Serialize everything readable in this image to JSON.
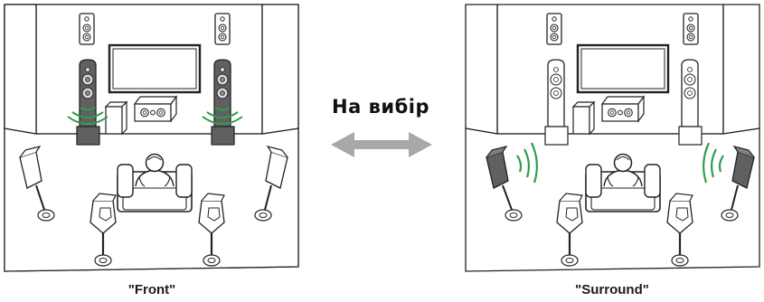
{
  "center": {
    "label": "На вибір"
  },
  "captions": {
    "left": "\"Front\"",
    "right": "\"Surround\""
  },
  "colors": {
    "active_wave": "#2e9e4c",
    "speaker_active": "#606060",
    "speaker_inactive": "#d6d6d6",
    "line": "#222222",
    "arrow": "#a8a8a8"
  },
  "icons": [
    "room-outline",
    "tv",
    "tower-speaker",
    "center-speaker",
    "subwoofer",
    "bookshelf-speaker",
    "satellite-speaker",
    "armchair-listener",
    "double-arrow",
    "sound-wave"
  ]
}
